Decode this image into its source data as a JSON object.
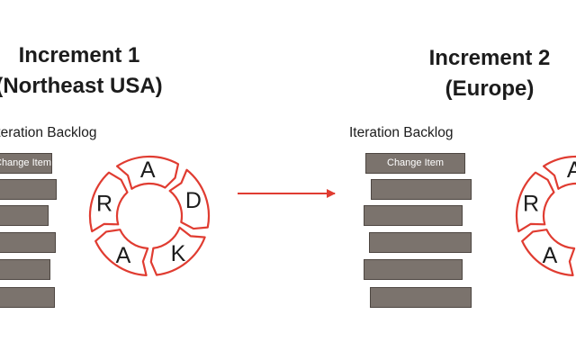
{
  "increment1": {
    "title": "Increment 1",
    "subtitle": "(Northeast USA)",
    "backlog_label": "Iteration Backlog",
    "top_item_label": "Change Item"
  },
  "increment2": {
    "title": "Increment 2",
    "subtitle": "(Europe)",
    "backlog_label": "Iteration Backlog",
    "top_item_label": "Change Item"
  },
  "cycle_letters": [
    "A",
    "D",
    "K",
    "A",
    "R"
  ],
  "colors": {
    "accent": "#e03c31",
    "bar_fill": "#7b736d",
    "bar_border": "#4d4641",
    "text": "#1c1c1c"
  }
}
